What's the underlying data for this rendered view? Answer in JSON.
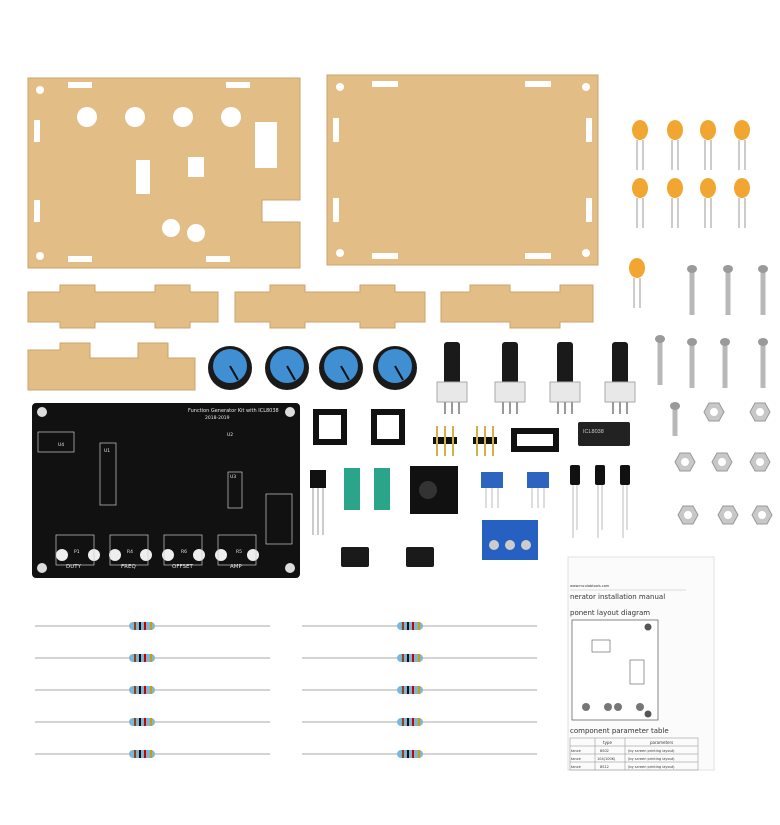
{
  "pcb": {
    "title": "Function Generator Kit with ICL8038",
    "date": "2018-2019",
    "pot_labels": [
      "DUTY",
      "FREQ",
      "OFFSET",
      "AMP"
    ],
    "pot_refs": [
      "P1",
      "R4",
      "R6",
      "R5"
    ],
    "ic_labels": [
      "U1",
      "U2",
      "U3",
      "U4"
    ]
  },
  "manual": {
    "url": "www.mculabtools.com",
    "title": "nerator installation manual",
    "section1": "ponent layout diagram",
    "section2": "component parameter table",
    "table_headers": [
      "type",
      "parameters"
    ],
    "table_rows": [
      [
        "tance",
        "8S02",
        "(by screen printing layout)"
      ],
      [
        "tance",
        "104(100K)",
        "(by screen printing layout)"
      ],
      [
        "tance",
        "8S12",
        "(by screen printing layout)"
      ]
    ]
  },
  "chip": {
    "marking": "ICL8038"
  },
  "colors": {
    "acrylic": "#e2bd86",
    "pcb": "#111111",
    "knob": "#3f8fd2",
    "capacitor": "#f0a630",
    "resistor": "#7fb6d8"
  }
}
